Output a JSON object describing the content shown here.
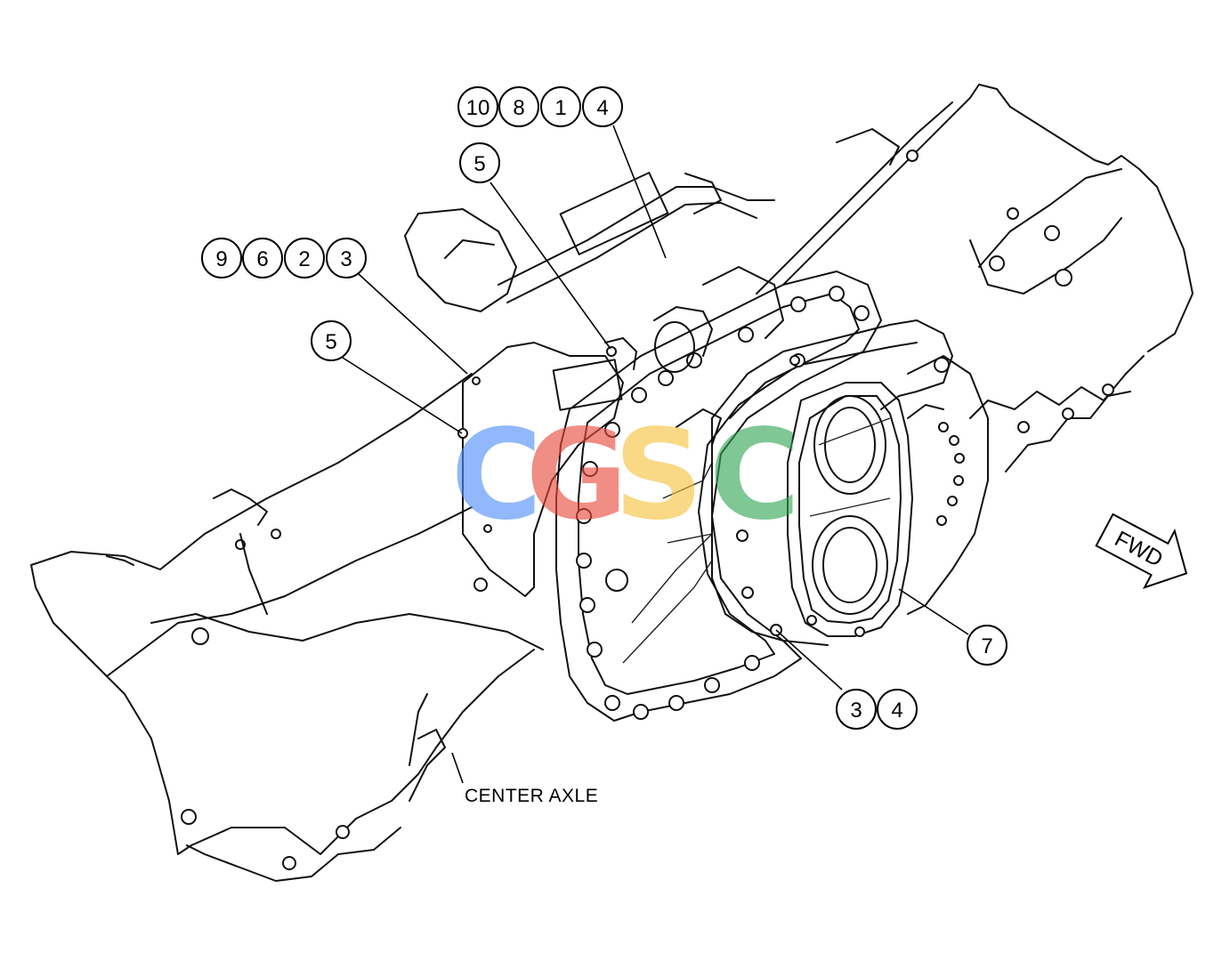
{
  "callouts": {
    "g1": [
      "10",
      "8",
      "1",
      "4"
    ],
    "g2": [
      "5"
    ],
    "g3": [
      "9",
      "6",
      "2",
      "3"
    ],
    "g4": [
      "5"
    ],
    "g5": [
      "7"
    ],
    "g6": [
      "3",
      "4"
    ]
  },
  "labels": {
    "center_axle": "CENTER AXLE",
    "fwd": "FWD"
  },
  "watermark": {
    "letters": [
      "C",
      "G",
      "S",
      "C"
    ],
    "colors": [
      "#4f8ef7",
      "#e8483c",
      "#f6c33b",
      "#31a553"
    ]
  }
}
